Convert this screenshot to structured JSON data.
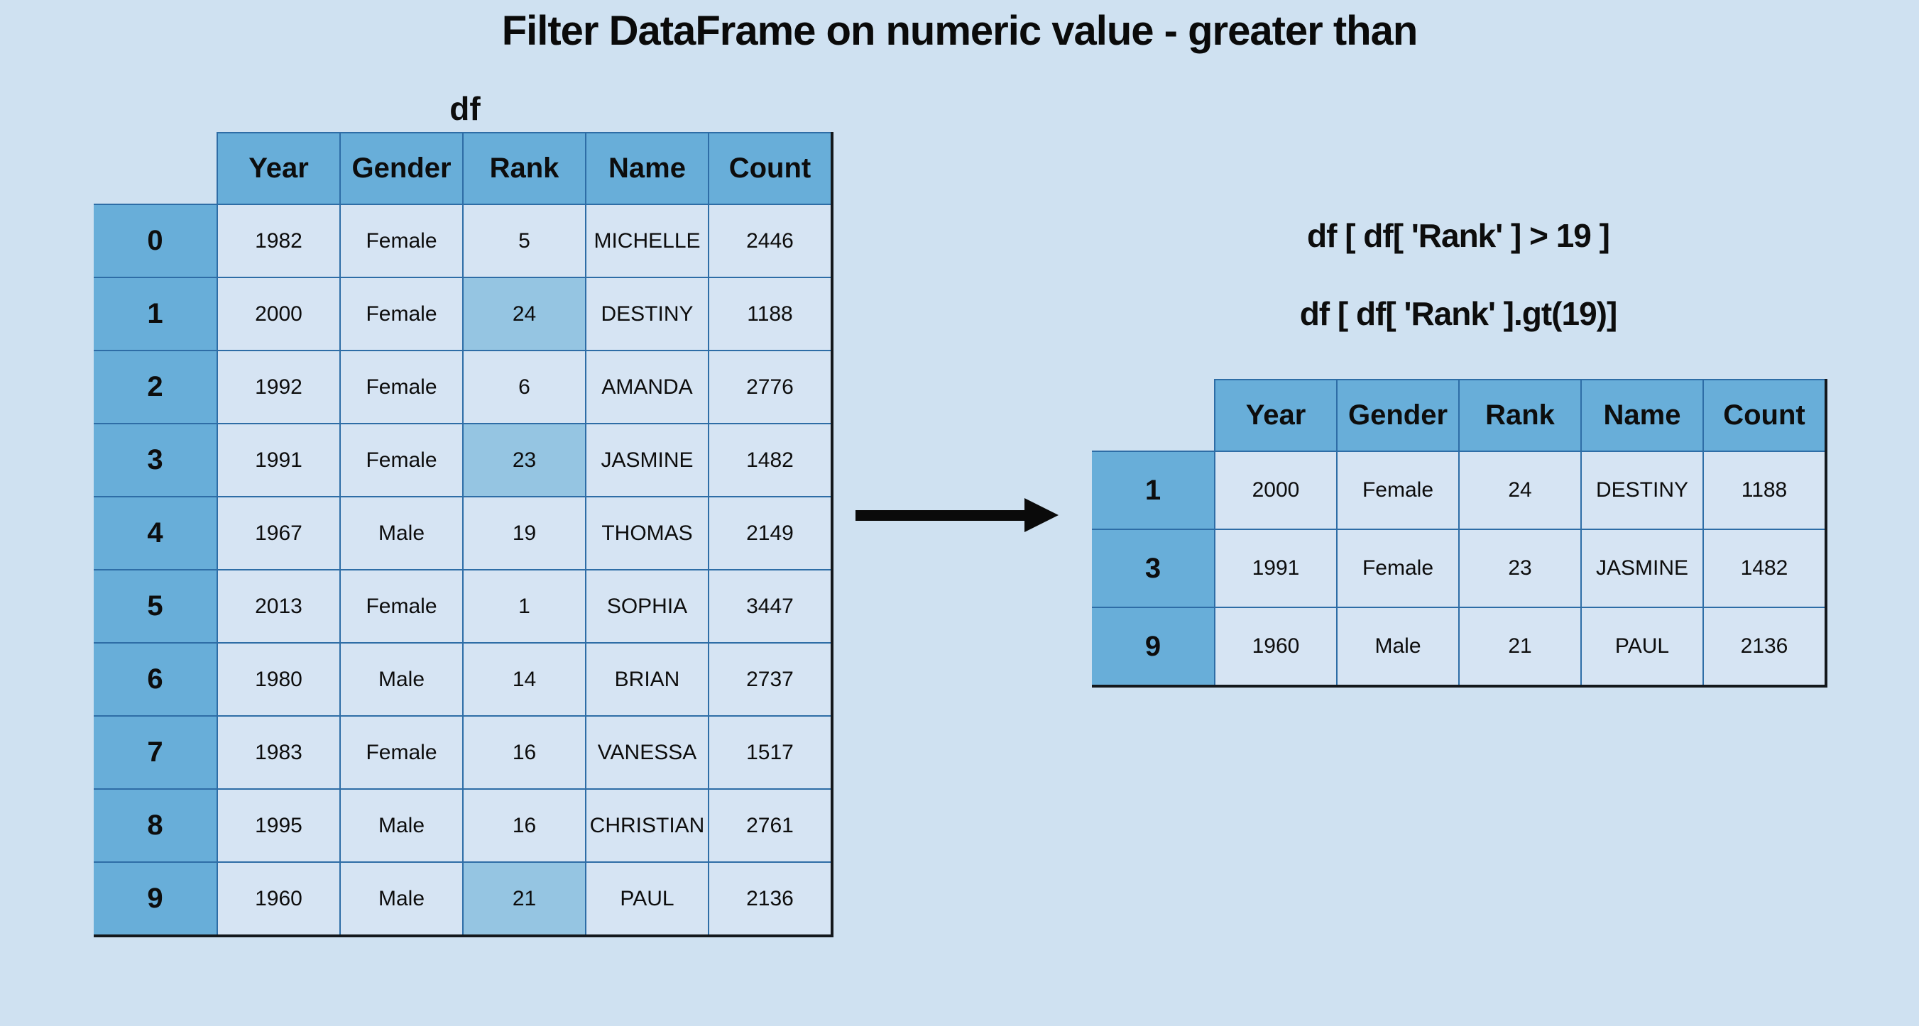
{
  "title": "Filter DataFrame on numeric value - greater than",
  "arrow_icon": "right-arrow",
  "code_lines": {
    "bracket_syntax": "df [ df[ 'Rank' ] > 19 ]",
    "gt_method_syntax": "df [ df[ 'Rank' ].gt(19)]"
  },
  "colors": {
    "background": "#cfe1f1",
    "header_fill": "#68aed9",
    "index_fill": "#68aed9",
    "cell_fill": "#d6e4f3",
    "highlight_fill": "#95c5e2",
    "grid_line": "#2e6da6",
    "outer_border": "#14181c",
    "text": "#0d0d0d"
  },
  "left_table": {
    "label": "df",
    "columns": [
      "Year",
      "Gender",
      "Rank",
      "Name",
      "Count"
    ],
    "rows": [
      {
        "index": "0",
        "cells": [
          "1982",
          "Female",
          "5",
          "MICHELLE",
          "2446"
        ],
        "rank_highlighted": false
      },
      {
        "index": "1",
        "cells": [
          "2000",
          "Female",
          "24",
          "DESTINY",
          "1188"
        ],
        "rank_highlighted": true
      },
      {
        "index": "2",
        "cells": [
          "1992",
          "Female",
          "6",
          "AMANDA",
          "2776"
        ],
        "rank_highlighted": false
      },
      {
        "index": "3",
        "cells": [
          "1991",
          "Female",
          "23",
          "JASMINE",
          "1482"
        ],
        "rank_highlighted": true
      },
      {
        "index": "4",
        "cells": [
          "1967",
          "Male",
          "19",
          "THOMAS",
          "2149"
        ],
        "rank_highlighted": false
      },
      {
        "index": "5",
        "cells": [
          "2013",
          "Female",
          "1",
          "SOPHIA",
          "3447"
        ],
        "rank_highlighted": false
      },
      {
        "index": "6",
        "cells": [
          "1980",
          "Male",
          "14",
          "BRIAN",
          "2737"
        ],
        "rank_highlighted": false
      },
      {
        "index": "7",
        "cells": [
          "1983",
          "Female",
          "16",
          "VANESSA",
          "1517"
        ],
        "rank_highlighted": false
      },
      {
        "index": "8",
        "cells": [
          "1995",
          "Male",
          "16",
          "CHRISTIAN",
          "2761"
        ],
        "rank_highlighted": false
      },
      {
        "index": "9",
        "cells": [
          "1960",
          "Male",
          "21",
          "PAUL",
          "2136"
        ],
        "rank_highlighted": true
      }
    ]
  },
  "right_table": {
    "columns": [
      "Year",
      "Gender",
      "Rank",
      "Name",
      "Count"
    ],
    "rows": [
      {
        "index": "1",
        "cells": [
          "2000",
          "Female",
          "24",
          "DESTINY",
          "1188"
        ]
      },
      {
        "index": "3",
        "cells": [
          "1991",
          "Female",
          "23",
          "JASMINE",
          "1482"
        ]
      },
      {
        "index": "9",
        "cells": [
          "1960",
          "Male",
          "21",
          "PAUL",
          "2136"
        ]
      }
    ]
  }
}
